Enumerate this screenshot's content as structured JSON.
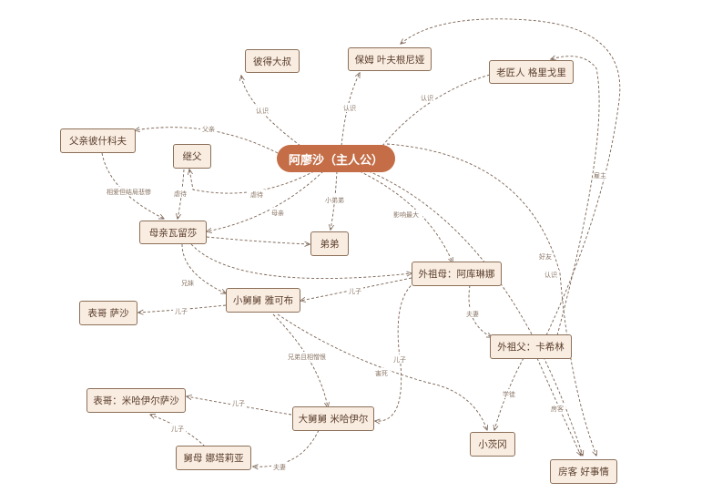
{
  "colors": {
    "central_fill": "#c46d46",
    "node_fill": "#f9ede2",
    "node_border": "#8b6f58",
    "edge": "#7a6252"
  },
  "nodes": {
    "center": "阿廖沙（主人公）",
    "uncle_peter": "彼得大叔",
    "nanny": "保姆 叶夫根尼娅",
    "old_craftsman": "老匠人 格里戈里",
    "father": "父亲彼什科夫",
    "stepfather": "继父",
    "mother": "母亲瓦留莎",
    "brother": "弟弟",
    "grandmother": "外祖母：阿库琳娜",
    "uncle_yakov": "小舅舅 雅可布",
    "cousin_sasha": "表哥 萨沙",
    "grandfather": "外祖父：卡希林",
    "cousin_mikhail_sasha": "表哥：米哈伊尔萨沙",
    "uncle_mikhail": "大舅舅 米哈伊尔",
    "xiaozhuang": "小茨冈",
    "aunt_natalia": "舅母 娜塔莉亚",
    "lodger": "房客 好事情"
  },
  "edge_labels": {
    "know1": "认识",
    "know2": "认识",
    "know3": "认识",
    "father": "父亲",
    "abuse": "虐待",
    "mother": "母亲",
    "little_brother": "小弟弟",
    "most_influence": "影响最大",
    "love_then_die": "相爱但结局悲惨",
    "abuse2": "虐待",
    "siblings": "兄妹",
    "son1": "儿子",
    "son2": "儿子",
    "husband_wife": "夫妻",
    "employer": "雇主",
    "friend": "好友",
    "know4": "认识",
    "brothers_hate": "兄弟且相憎恨",
    "harm": "害死",
    "son3": "儿子",
    "son4": "儿子",
    "son5": "儿子",
    "apprentice": "学徒",
    "lodger": "房客",
    "husband_wife2": "夫妻"
  }
}
